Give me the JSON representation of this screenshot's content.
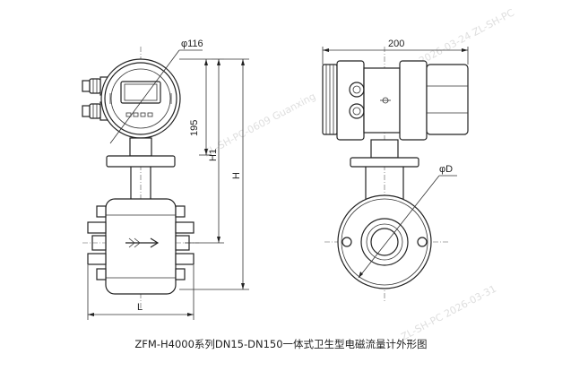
{
  "drawing": {
    "caption": "ZFM-H4000系列DN15-DN150一体式卫生型电磁流量计外形图",
    "dimensions": {
      "housing_diameter": "φ116",
      "height_195": "195",
      "height_h1": "H1",
      "height_h": "H",
      "length_l": "L",
      "width_200": "200",
      "diameter_d": "φD"
    }
  }
}
